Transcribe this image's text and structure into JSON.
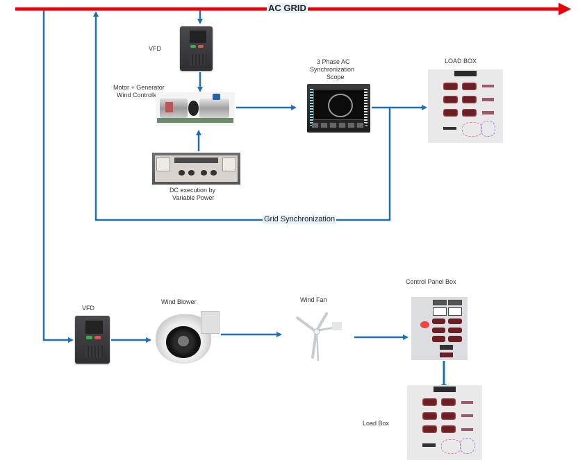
{
  "diagram": {
    "type": "flow-diagram",
    "title": "Wind turbine emulator with grid synchronization",
    "colors": {
      "grid_bus": "#e8000b",
      "connector": "#1f6fb6",
      "label_highlight": "#e6f1f8"
    },
    "bus": {
      "label": "AC GRID"
    },
    "labels": {
      "vfd_top": "VFD",
      "motor_generator_line1": "Motor + Generator",
      "motor_generator_line2": "Wind Controller",
      "dc_exec_line1": "DC execution by",
      "dc_exec_line2": "Variable Power",
      "scope_line1": "3 Phase AC",
      "scope_line2": "Synchronization",
      "scope_line3": "Scope",
      "load_box_top": "LOAD BOX",
      "grid_sync": "Grid Synchronization",
      "vfd_bottom": "VFD",
      "wind_blower": "Wind Blower",
      "wind_fan": "Wind Fan",
      "control_panel": "Control Panel Box",
      "load_box_bottom": "Load Box"
    },
    "nodes": [
      {
        "id": "ac-grid",
        "label": "AC GRID",
        "icon": "bus-bar"
      },
      {
        "id": "vfd-top",
        "label": "VFD",
        "icon": "vfd-drive"
      },
      {
        "id": "motor-generator",
        "label": "Motor + Generator Wind Controller",
        "icon": "motor-generator-set"
      },
      {
        "id": "dc-supply",
        "label": "DC execution by Variable Power",
        "icon": "dc-power-supply"
      },
      {
        "id": "sync-scope",
        "label": "3 Phase AC Synchronization Scope",
        "icon": "sync-scope"
      },
      {
        "id": "load-box-top",
        "label": "LOAD BOX",
        "icon": "load-box"
      },
      {
        "id": "vfd-bottom",
        "label": "VFD",
        "icon": "vfd-drive"
      },
      {
        "id": "wind-blower",
        "label": "Wind Blower",
        "icon": "centrifugal-blower"
      },
      {
        "id": "wind-fan",
        "label": "Wind Fan",
        "icon": "wind-turbine"
      },
      {
        "id": "control-panel",
        "label": "Control Panel Box",
        "icon": "control-panel"
      },
      {
        "id": "load-box-bottom",
        "label": "Load Box",
        "icon": "load-box"
      }
    ],
    "edges": [
      {
        "from": "ac-grid",
        "to": "vfd-top"
      },
      {
        "from": "vfd-top",
        "to": "motor-generator"
      },
      {
        "from": "dc-supply",
        "to": "motor-generator"
      },
      {
        "from": "motor-generator",
        "to": "sync-scope"
      },
      {
        "from": "sync-scope",
        "to": "load-box-top"
      },
      {
        "from": "sync-scope",
        "to": "ac-grid",
        "label": "Grid Synchronization"
      },
      {
        "from": "ac-grid",
        "to": "vfd-bottom"
      },
      {
        "from": "vfd-bottom",
        "to": "wind-blower"
      },
      {
        "from": "wind-blower",
        "to": "wind-fan"
      },
      {
        "from": "wind-fan",
        "to": "control-panel"
      },
      {
        "from": "control-panel",
        "to": "load-box-bottom"
      }
    ]
  }
}
